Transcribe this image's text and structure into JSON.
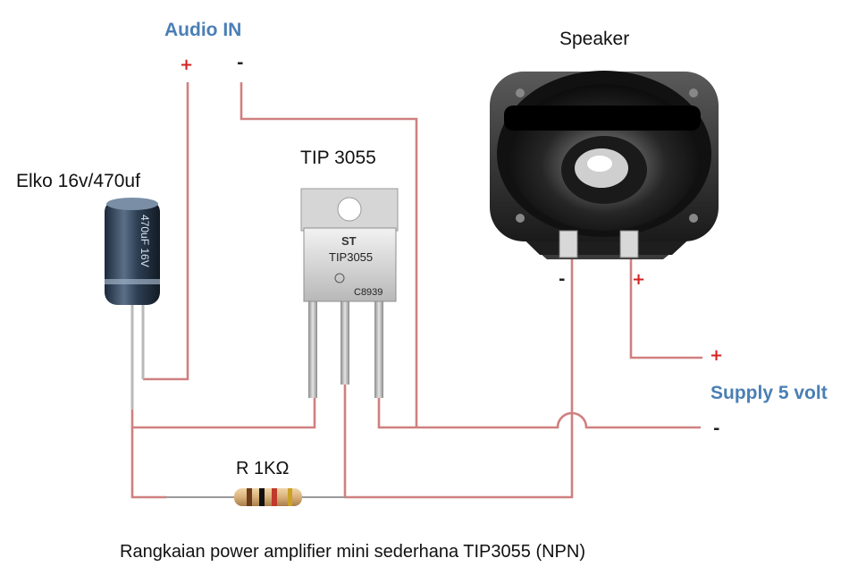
{
  "labels": {
    "audio_in": "Audio IN",
    "speaker": "Speaker",
    "tip": "TIP 3055",
    "elko": "Elko 16v/470uf",
    "supply": "Supply 5 volt",
    "resistor": "R 1KΩ",
    "caption": "Rangkaian power amplifier mini sederhana  TIP3055 (NPN)"
  },
  "signs": {
    "audio_plus": "+",
    "audio_minus": "-",
    "speaker_minus": "-",
    "speaker_plus": "+",
    "supply_plus": "+",
    "supply_minus": "-"
  },
  "components": {
    "transistor_marking": "TIP3055",
    "transistor_code": "C8939",
    "capacitor_marking": "470uF 16V"
  },
  "colors": {
    "wire": "#d08080",
    "label_blue": "#4a7fb5",
    "sign_red": "#d42020"
  }
}
